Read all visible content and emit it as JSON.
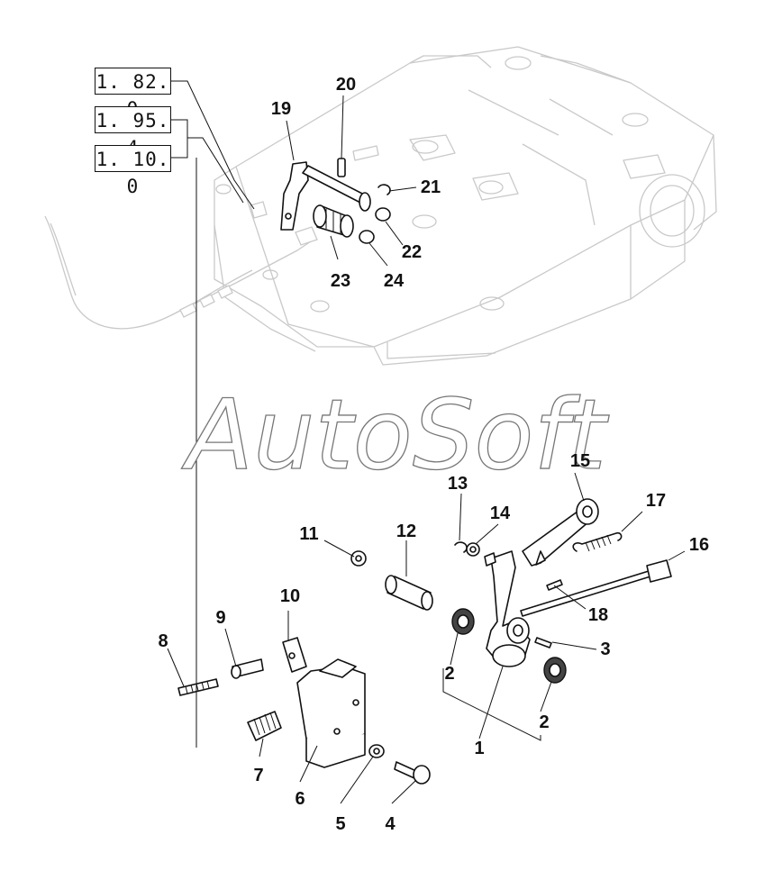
{
  "references": [
    "1. 82. 0",
    "1. 95. 4",
    "1. 10. 0"
  ],
  "watermark": "AutoSoft",
  "callouts": [
    "19",
    "20",
    "21",
    "22",
    "23",
    "24",
    "13",
    "14",
    "15",
    "17",
    "11",
    "12",
    "16",
    "10",
    "9",
    "8",
    "18",
    "3",
    "2",
    "2",
    "1",
    "7",
    "6",
    "5",
    "4"
  ]
}
